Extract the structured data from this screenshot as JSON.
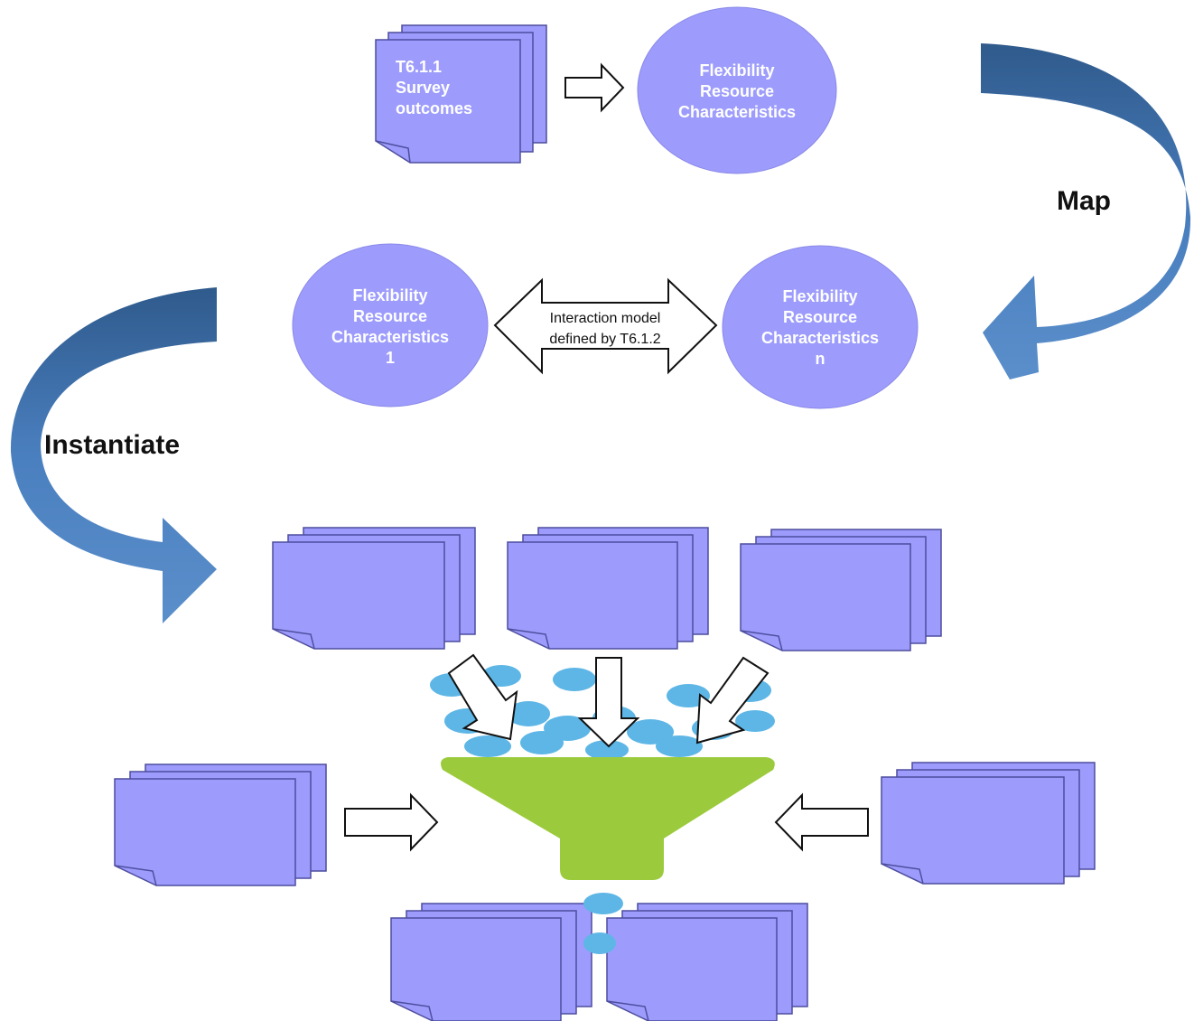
{
  "survey_doc": {
    "lines": [
      "T6.1.1",
      "Survey",
      "outcomes"
    ]
  },
  "characteristics_top": {
    "lines": [
      "Flexibility",
      "Resource",
      "Characteristics"
    ]
  },
  "characteristics_1": {
    "lines": [
      "Flexibility",
      "Resource",
      "Characteristics",
      "1"
    ]
  },
  "characteristics_n": {
    "lines": [
      "Flexibility",
      "Resource",
      "Characteristics",
      "n"
    ]
  },
  "interaction_arrow": {
    "lines": [
      "Interaction model",
      "defined by T6.1.2"
    ]
  },
  "labels": {
    "map": "Map",
    "instantiate": "Instantiate"
  },
  "colors": {
    "document_fill": "#9d9cfc",
    "document_stroke": "#4d4d9e",
    "ellipse_fill": "#9d9cfc",
    "curved_arrow_light": "#5b8fcb",
    "curved_arrow_dark": "#2f5a8c",
    "funnel": "#9bcb3c",
    "dots": "#5db6e6"
  }
}
